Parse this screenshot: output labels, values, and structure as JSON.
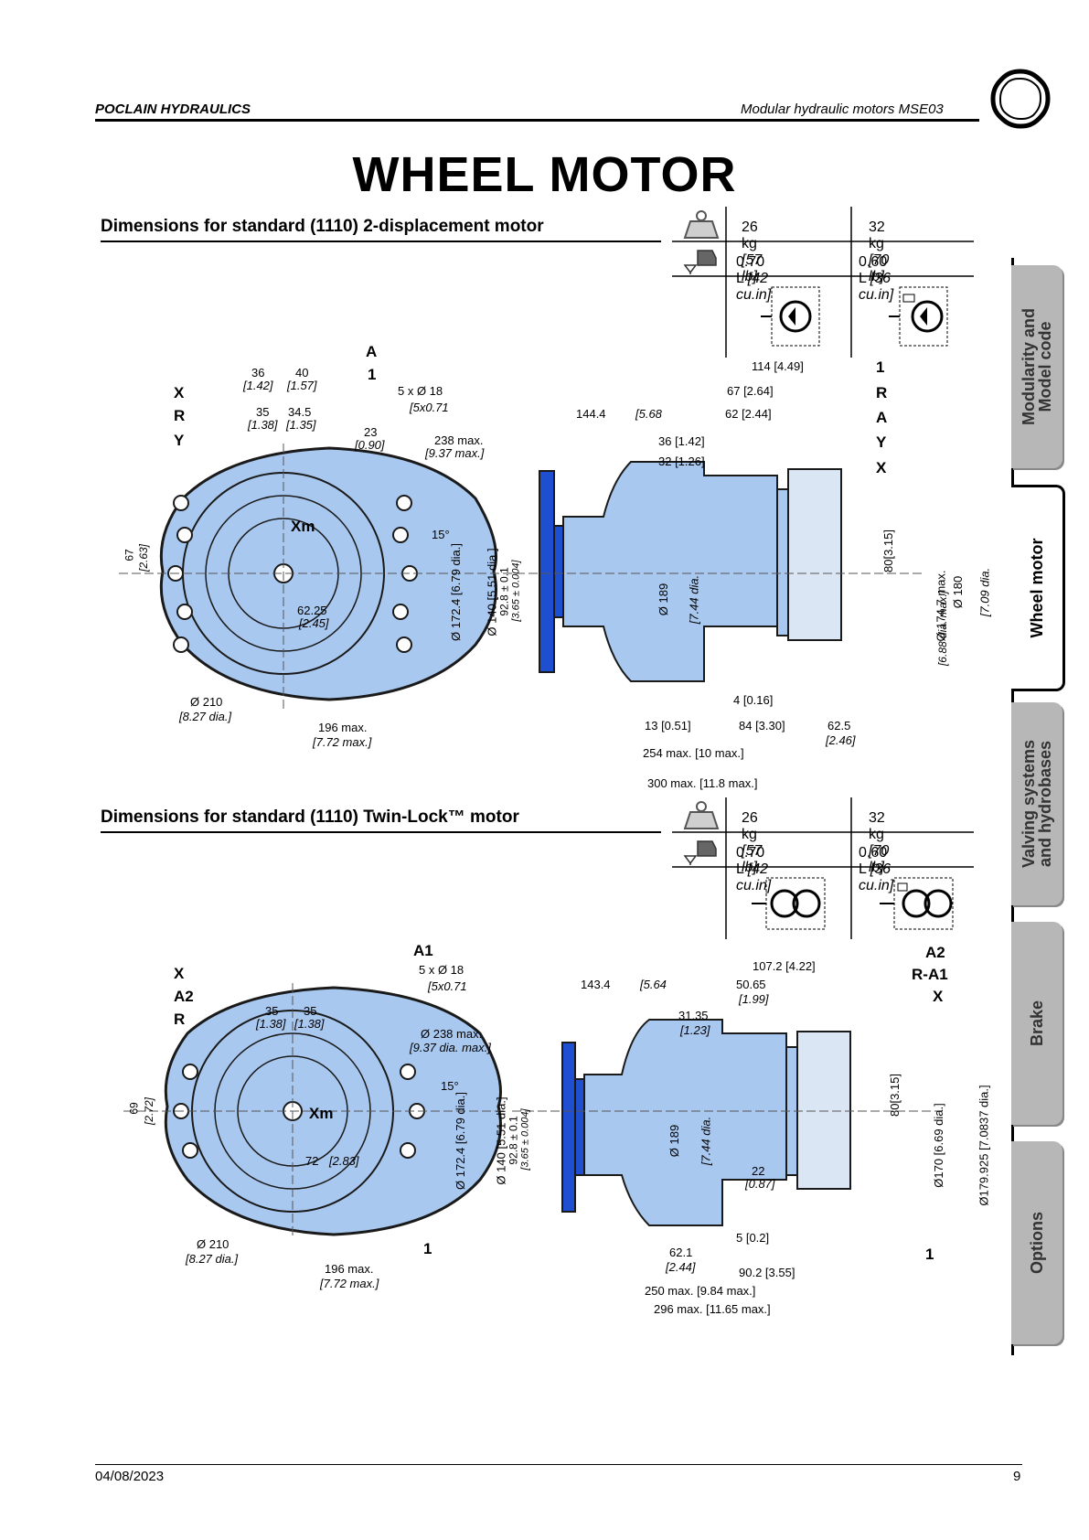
{
  "header": {
    "company": "POCLAIN HYDRAULICS",
    "document": "Modular hydraulic motors MSE03"
  },
  "title": "WHEEL MOTOR",
  "sections": [
    {
      "title": "Dimensions for standard (1110) 2-displacement motor",
      "weights": [
        {
          "value": "26 kg",
          "imperial": "[57 lb]"
        },
        {
          "value": "32 kg",
          "imperial": "[70 lb]"
        }
      ],
      "volumes": [
        {
          "value": "0.70 L",
          "imperial": "[42 cu.in]"
        },
        {
          "value": "0.60 L",
          "imperial": "[36 cu.in]"
        }
      ],
      "front_labels": [
        "X",
        "R",
        "Y",
        "A",
        "1",
        "Xm"
      ],
      "front_dims": [
        "36",
        "[1.42]",
        "40",
        "[1.57]",
        "35",
        "[1.38]",
        "34.5",
        "[1.35]",
        "23",
        "[0.90]",
        "5 x Ø 18",
        "[5x0.71",
        "238 max.",
        "[9.37 max.]",
        "67",
        "[2.63]",
        "62.25",
        "[2.45]",
        "Ø 210",
        "[8.27 dia.]",
        "196 max.",
        "[7.72 max.]",
        "15°"
      ],
      "side_labels": [
        "1",
        "R",
        "A",
        "Y",
        "X"
      ],
      "side_dims": [
        "114 [4.49]",
        "67 [2.64]",
        "144.4",
        "[5.68",
        "62 [2.44]",
        "36 [1.42]",
        "32 [1.26]",
        "Ø 172.4 [6.79 dia.]",
        "Ø 140 [5.51 dia.]",
        "92.8 ± 0.1",
        "[3.65 ± 0.004]",
        "Ø 189",
        "[7.44 dia.",
        "80[3.15]",
        "Ø 174.7 max.",
        "[6.88 dia. max.]",
        "Ø 180",
        "[7.09 dia.",
        "4 [0.16]",
        "13 [0.51]",
        "84 [3.30]",
        "62.5",
        "[2.46]",
        "254 max. [10 max.]",
        "300 max. [11.8 max.]"
      ]
    },
    {
      "title": "Dimensions for standard (1110) Twin-Lock™ motor",
      "weights": [
        {
          "value": "26 kg",
          "imperial": "[57 lb]"
        },
        {
          "value": "32 kg",
          "imperial": "[70 lb]"
        }
      ],
      "volumes": [
        {
          "value": "0.70 L",
          "imperial": "[42 cu.in]"
        },
        {
          "value": "0.60 L",
          "imperial": "[36 cu.in]"
        }
      ],
      "front_labels": [
        "X",
        "A2",
        "R",
        "A1",
        "1",
        "Xm"
      ],
      "front_dims": [
        "35",
        "[1.38]",
        "35",
        "[1.38]",
        "5 x Ø 18",
        "[5x0.71",
        "Ø 238 max.",
        "[9.37 dia. max.]",
        "69",
        "[2.72]",
        "72",
        "[2.83]",
        "Ø 210",
        "[8.27 dia.]",
        "196 max.",
        "[7.72 max.]",
        "15°"
      ],
      "side_labels": [
        "A2",
        "R-A1",
        "X",
        "1"
      ],
      "side_dims": [
        "107.2 [4.22]",
        "143.4",
        "[5.64",
        "50.65",
        "[1.99]",
        "31.35",
        "[1.23]",
        "Ø 172.4 [6.79 dia.]",
        "Ø 140 [5.51 dia.]",
        "92.8 ± 0.1",
        "[3.65 ± 0.004]",
        "Ø 189",
        "[7.44 dia.",
        "80[3.15]",
        "Ø170 [6.69 dia.]",
        "Ø179.925 [7.0837 dia.]",
        "22",
        "[0.87]",
        "5 [0.2]",
        "62.1",
        "[2.44]",
        "90.2 [3.55]",
        "250 max. [9.84 max.]",
        "296 max. [11.65 max.]"
      ]
    }
  ],
  "tabs": [
    {
      "label": "Modularity and\nModel code",
      "active": false
    },
    {
      "label": "Wheel motor",
      "active": true
    },
    {
      "label": "Valving systems\nand hydrobases",
      "active": false
    },
    {
      "label": "Brake",
      "active": false
    },
    {
      "label": "Options",
      "active": false
    }
  ],
  "footer": {
    "date": "04/08/2023",
    "page": "9"
  },
  "colors": {
    "motor_body": "#a9c8f0",
    "flange": "#1f4fd1",
    "outline": "#1a1a1a"
  }
}
